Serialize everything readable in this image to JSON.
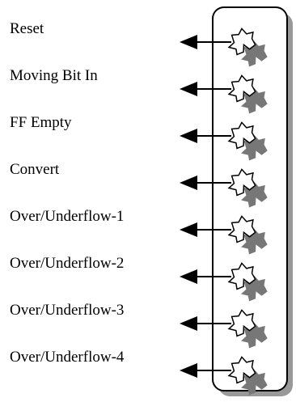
{
  "signals": [
    {
      "label": "Reset"
    },
    {
      "label": "Moving Bit In"
    },
    {
      "label": "FF Empty"
    },
    {
      "label": "Convert"
    },
    {
      "label": "Over/Underflow-1"
    },
    {
      "label": "Over/Underflow-2"
    },
    {
      "label": "Over/Underflow-3"
    },
    {
      "label": "Over/Underflow-4"
    }
  ],
  "colors": {
    "line": "#000000",
    "box_fill": "#ffffff",
    "shadow": "#999999",
    "burst_fill": "#ffffff",
    "burst_shadow": "#777777"
  },
  "icons": {
    "burst": "starburst-event-icon",
    "arrow": "arrowhead-left-icon"
  }
}
